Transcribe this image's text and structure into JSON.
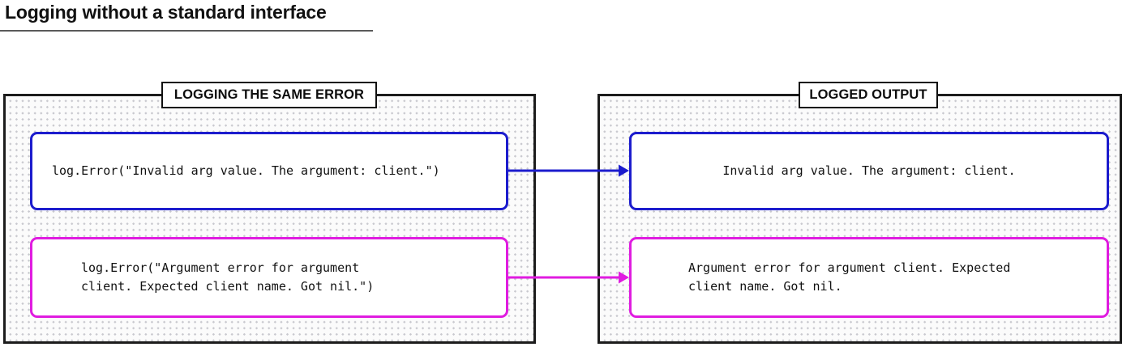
{
  "title": "Logging without a standard interface",
  "panels": {
    "left": {
      "tag": "LOGGING THE SAME ERROR",
      "items": [
        {
          "id": "blue",
          "color": "#1c1ccd",
          "code": "log.Error(\"Invalid arg value. The argument: client.\")"
        },
        {
          "id": "magenta",
          "color": "#e01ce0",
          "code": "log.Error(\"Argument error for argument\nclient. Expected client name. Got nil.\")"
        }
      ]
    },
    "right": {
      "tag": "LOGGED OUTPUT",
      "items": [
        {
          "id": "blue",
          "color": "#1c1ccd",
          "output": "Invalid arg value. The argument: client."
        },
        {
          "id": "magenta",
          "color": "#e01ce0",
          "output": "Argument error for argument client. Expected\nclient name. Got nil."
        }
      ]
    }
  },
  "arrows": [
    {
      "id": "arrow-blue",
      "color": "#1c1ccd"
    },
    {
      "id": "arrow-magenta",
      "color": "#e01ce0"
    }
  ],
  "colors": {
    "blue": "#1c1ccd",
    "magenta": "#e01ce0",
    "panel_border": "#1c1c1c",
    "panel_dots": "#c9c9cf",
    "title_rule": "#5a5a5a",
    "text": "#111111"
  }
}
